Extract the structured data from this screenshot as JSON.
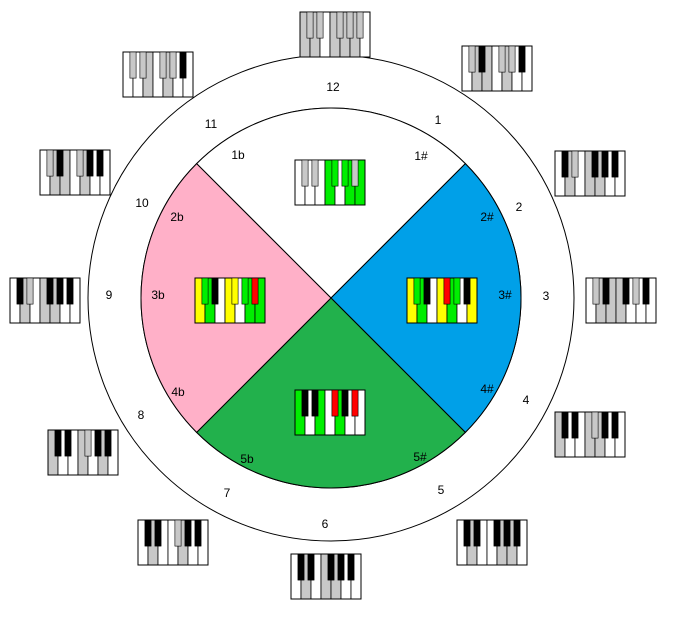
{
  "colors": {
    "background": "#ffffff",
    "ring_stroke": "#000000",
    "white_key": "#ffffff",
    "grey_key": "#c8c8c8",
    "black_key": "#000000",
    "green": "#00ee00",
    "yellow": "#ffff00",
    "red": "#ff0000",
    "pink": "#ffb0c8",
    "blue": "#00a0e8",
    "dark_green": "#22b14c"
  },
  "clock_labels": [
    "12",
    "1",
    "2",
    "3",
    "4",
    "5",
    "6",
    "7",
    "8",
    "9",
    "10",
    "11"
  ],
  "inner_labels": [
    "1b",
    "1#",
    "2b",
    "2#",
    "3b",
    "3#",
    "4b",
    "4#",
    "5b",
    "5#"
  ],
  "sectors": [
    {
      "name": "top",
      "color": "white"
    },
    {
      "name": "right",
      "color": "blue"
    },
    {
      "name": "bottom",
      "color": "dark_green"
    },
    {
      "name": "left",
      "color": "pink"
    }
  ],
  "outer_keyboards": [
    {
      "hour": "12",
      "grey_whites": [
        0,
        1,
        3,
        4,
        5
      ],
      "grey_blacks": [
        0,
        1,
        2,
        3,
        4
      ]
    },
    {
      "hour": "1",
      "grey_whites": [
        1,
        2,
        4
      ],
      "grey_blacks": [
        0,
        2,
        3
      ]
    },
    {
      "hour": "2",
      "grey_whites": [
        1,
        3,
        4
      ],
      "grey_blacks": [
        1
      ]
    },
    {
      "hour": "3",
      "grey_whites": [
        1,
        2,
        3
      ],
      "grey_blacks": [
        0,
        3
      ]
    },
    {
      "hour": "4",
      "grey_whites": [
        0,
        3,
        4
      ],
      "grey_blacks": [
        2
      ]
    },
    {
      "hour": "5",
      "grey_whites": [
        1,
        4,
        5
      ],
      "grey_blacks": []
    },
    {
      "hour": "6",
      "grey_whites": [
        1,
        3,
        4
      ],
      "grey_blacks": []
    },
    {
      "hour": "7",
      "grey_whites": [
        1,
        4
      ],
      "grey_blacks": [
        2
      ]
    },
    {
      "hour": "8",
      "grey_whites": [
        0,
        3,
        5
      ],
      "grey_blacks": [
        2
      ]
    },
    {
      "hour": "9",
      "grey_whites": [
        1,
        3,
        4
      ],
      "grey_blacks": [
        1
      ]
    },
    {
      "hour": "10",
      "grey_whites": [
        1,
        2,
        4
      ],
      "grey_blacks": [
        0,
        2
      ]
    },
    {
      "hour": "11",
      "grey_whites": [
        2,
        4
      ],
      "grey_blacks": [
        0,
        1,
        2,
        3
      ]
    }
  ],
  "center_keyboards": [
    {
      "sector": "top",
      "whites": [
        "white",
        "white",
        "white",
        "green",
        "white",
        "green",
        "green"
      ],
      "blacks": [
        "grey",
        "grey",
        "green",
        "green",
        "grey"
      ]
    },
    {
      "sector": "left",
      "whites": [
        "yellow",
        "green",
        "white",
        "yellow",
        "white",
        "green",
        "green"
      ],
      "blacks": [
        "green",
        "black",
        "yellow",
        "green",
        "red"
      ]
    },
    {
      "sector": "right",
      "whites": [
        "yellow",
        "green",
        "white",
        "yellow",
        "green",
        "white",
        "yellow"
      ],
      "blacks": [
        "green",
        "black",
        "red",
        "green",
        "black"
      ]
    },
    {
      "sector": "bottom",
      "whites": [
        "green",
        "white",
        "green",
        "white",
        "green",
        "white",
        "white"
      ],
      "blacks": [
        "black",
        "black",
        "red",
        "black",
        "red"
      ]
    }
  ]
}
